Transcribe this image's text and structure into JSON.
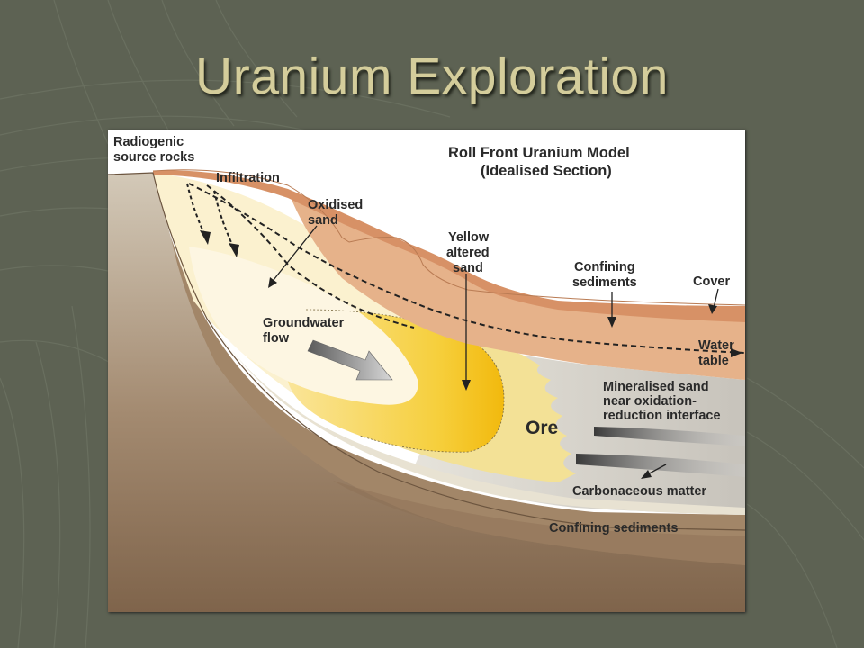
{
  "slide": {
    "title": "Uranium Exploration"
  },
  "colors": {
    "background": "#5d6253",
    "title": "#d4cd9b",
    "cover": "#d7956b",
    "confining_sediments": "#e7b38b",
    "oxidised_sand": "#fbf0cc",
    "altered_sand": "#f5c51c",
    "ore_zone": "#f2e08f",
    "reduced_sand": "#dedad0",
    "basement": "#93775d"
  },
  "diagram": {
    "title_line1": "Roll Front Uranium Model",
    "title_line2": "(Idealised Section)",
    "labels": {
      "radiogenic_1": "Radiogenic",
      "radiogenic_2": "source rocks",
      "infiltration": "Infiltration",
      "oxidised_1": "Oxidised",
      "oxidised_2": "sand",
      "yellow_1": "Yellow",
      "yellow_2": "altered",
      "yellow_3": "sand",
      "confining_top_1": "Confining",
      "confining_top_2": "sediments",
      "cover": "Cover",
      "groundwater_1": "Groundwater",
      "groundwater_2": "flow",
      "water_1": "Water",
      "water_2": "table",
      "mineralised_1": "Mineralised sand",
      "mineralised_2": "near oxidation-",
      "mineralised_3": "reduction interface",
      "ore": "Ore",
      "carbonaceous": "Carbonaceous matter",
      "confining_bottom": "Confining sediments"
    }
  }
}
